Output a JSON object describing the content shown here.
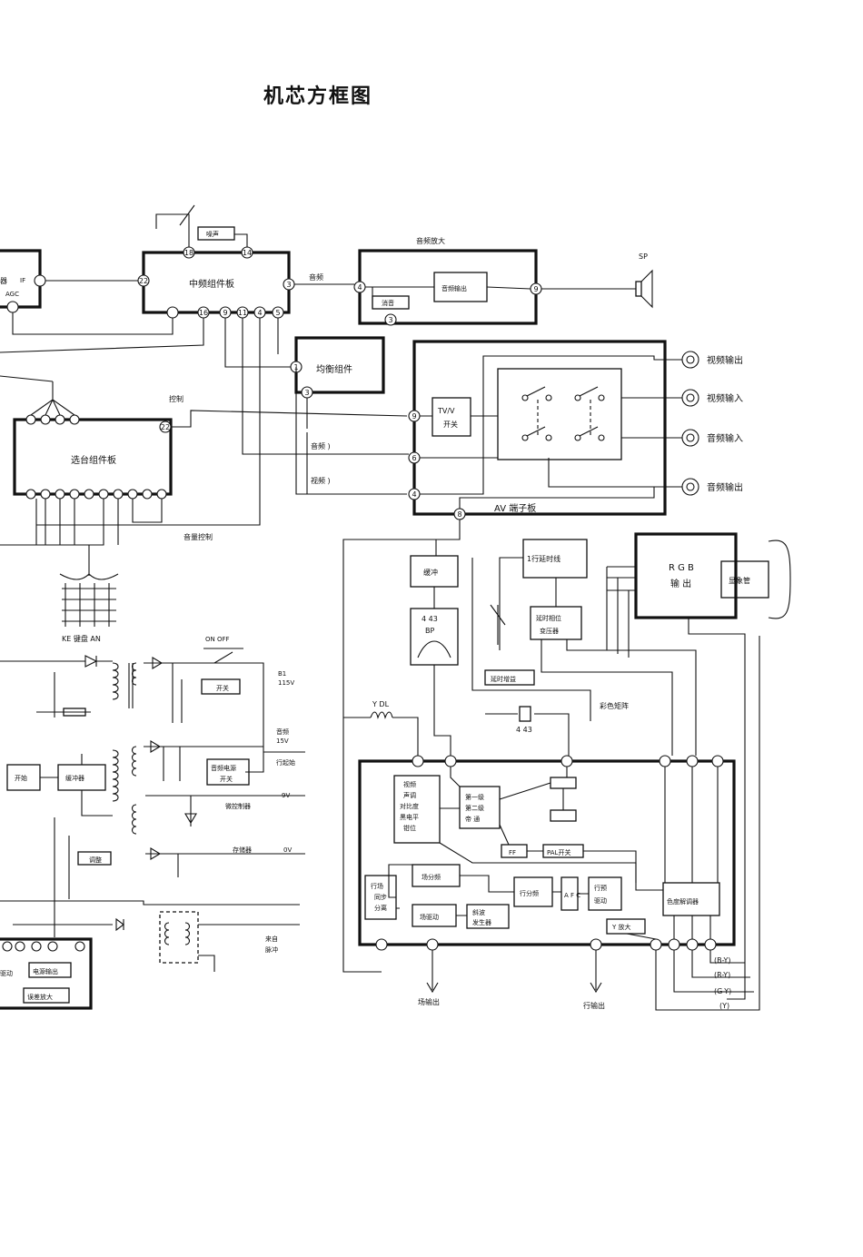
{
  "title": "机芯方框图",
  "blocks": {
    "if_board": "中频组件板",
    "noise": "噪声",
    "if_label": "IF",
    "agc": "AGC",
    "audio_amp_title": "音频放大",
    "audio_out": "音频输出",
    "mute": "消音",
    "sp": "SP",
    "balance": "均衡组件",
    "tuner_board": "选台组件板",
    "keypad": "KE 键盘 AN",
    "tvv_1": "TV/V",
    "tvv_2": "开关",
    "av_board": "AV  端子板",
    "buffer": "缓冲",
    "bp_1": "4 43",
    "bp_2": "BP",
    "line_delay": "1行延时线",
    "delay_phase_1": "延时相位",
    "delay_phase_2": "变压器",
    "delay_gain": "延时增益",
    "rgb_1": "R G B",
    "rgb_2": "输 出",
    "crt": "显象管",
    "color_matrix": "彩色矩阵",
    "ydl": "Y DL",
    "crystal": "4 43",
    "video_proc": [
      "视频",
      "声调",
      "对比度",
      "黑电平",
      "钳位"
    ],
    "stages": [
      "第一级",
      "第二级",
      "帝  通"
    ],
    "ff": "FF",
    "pal_switch": "PAL开关",
    "field_div": "场分频",
    "hv_sync": [
      "行场",
      "同步",
      "分离"
    ],
    "line_div": "行分频",
    "afc": "A F C",
    "line_drive": [
      "行预",
      "驱动"
    ],
    "field_drive": "场驱动",
    "sawtooth": [
      "斜波",
      "发生器"
    ],
    "y_amp": "Y 放大",
    "chroma_demod": "色度解调器",
    "start": "开始",
    "buffer2": "缓冲器",
    "adjust": "调整",
    "drive": "驱动",
    "power_out": "电源输出",
    "error_amp": "误差放大",
    "audio_power_switch": [
      "音频电源",
      "开关"
    ],
    "switch": "开关",
    "on_off": "ON  OFF"
  },
  "labels": {
    "audio": "音频",
    "control": "控制",
    "audio_in_1": "音频 )",
    "video_in_1": "视频  )",
    "volume_control": "音量控制",
    "video_out": "视频输出",
    "video_in": "视频输入",
    "audio_in": "音频输入",
    "audio_out_jack": "音频输出",
    "field_out": "场输出",
    "line_out": "行输出",
    "by": "(B-Y)",
    "ry": "(R-Y)",
    "gy": "(G-Y)",
    "y": "(Y)",
    "v115": [
      "B1",
      "115V"
    ],
    "v15": [
      "音频",
      "15V"
    ],
    "line_start": "行起始",
    "v9": "9V",
    "micro_ctrl": "微控制器",
    "v0": "0V",
    "memory": "存储器",
    "from": [
      "来自",
      "脉冲"
    ]
  },
  "pins": {
    "if_top": [
      "18",
      "14"
    ],
    "if_left": "22",
    "if_right": "3",
    "if_bottom": [
      "16",
      "9",
      "11",
      "4",
      "5"
    ],
    "amp": [
      "4",
      "9",
      "3"
    ],
    "balance": [
      "1",
      "3"
    ],
    "av": [
      "9",
      "6",
      "4",
      "8"
    ],
    "tuner_ctrl": "22"
  }
}
